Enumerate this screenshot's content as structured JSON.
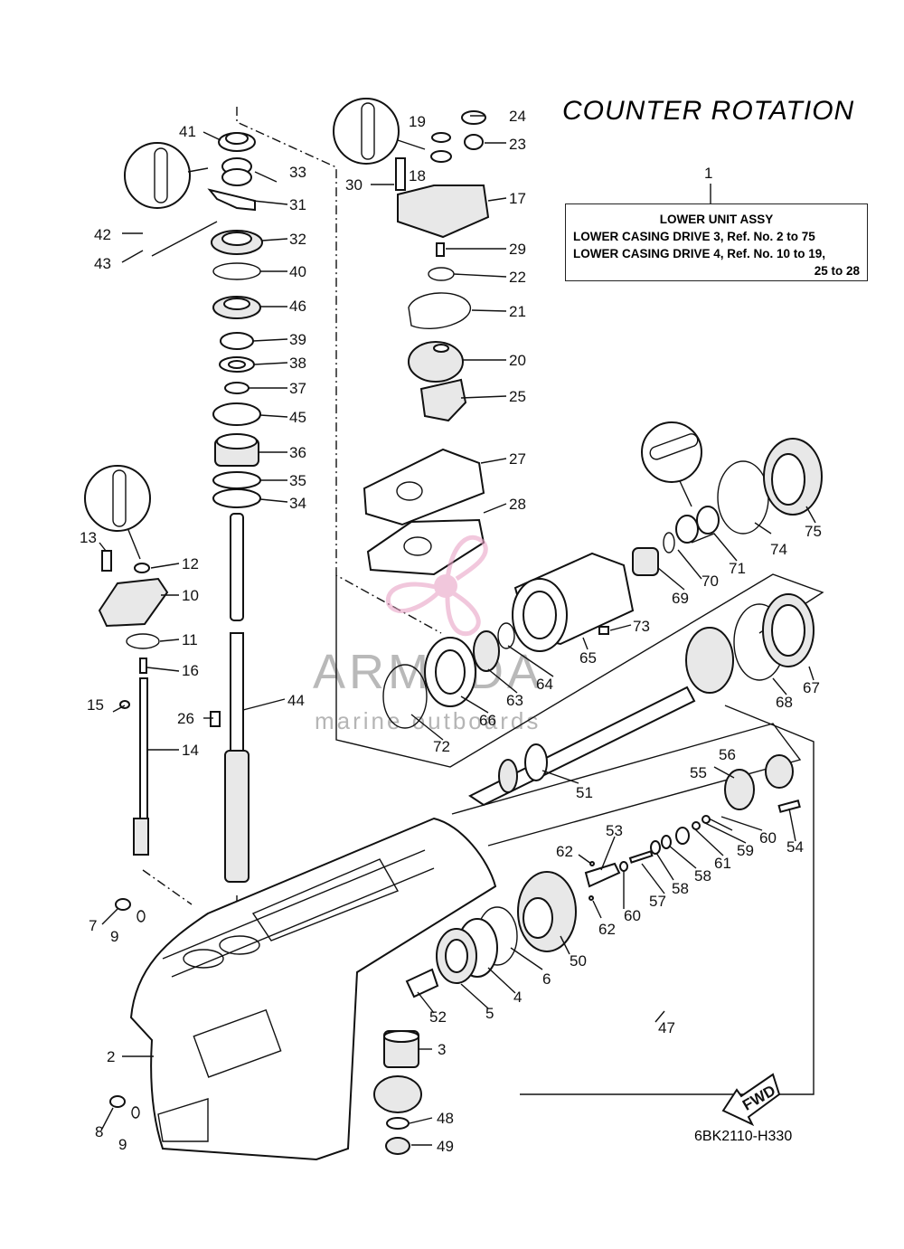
{
  "header": {
    "title": "COUNTER ROTATION",
    "assy_ref": "1",
    "assy_title": "LOWER UNIT ASSY",
    "assy_line1": "LOWER CASING DRIVE 3,  Ref. No. 2 to 75",
    "assy_line2": "LOWER CASING DRIVE 4,  Ref. No. 10 to 19,",
    "assy_line3": "25 to 28"
  },
  "watermark": {
    "brand": "ARMADA",
    "tagline": "marine outboards"
  },
  "footer": {
    "code": "6BK2110-H330",
    "fwd": "FWD"
  },
  "colors": {
    "line": "#111111",
    "watermark": "#bbbbbb",
    "logo_pink": "#e9a3c6"
  },
  "callouts": {
    "c2": "2",
    "c3": "3",
    "c4": "4",
    "c5": "5",
    "c6": "6",
    "c7": "7",
    "c8": "8",
    "c9a": "9",
    "c9b": "9",
    "c10": "10",
    "c11": "11",
    "c12": "12",
    "c13": "13",
    "c14": "14",
    "c15": "15",
    "c16": "16",
    "c17": "17",
    "c18": "18",
    "c19": "19",
    "c20": "20",
    "c21": "21",
    "c22": "22",
    "c23": "23",
    "c24": "24",
    "c25": "25",
    "c26": "26",
    "c27": "27",
    "c28": "28",
    "c29": "29",
    "c30": "30",
    "c31": "31",
    "c32": "32",
    "c33": "33",
    "c34": "34",
    "c35": "35",
    "c36": "36",
    "c37": "37",
    "c38": "38",
    "c39": "39",
    "c40": "40",
    "c41": "41",
    "c42": "42",
    "c43": "43",
    "c44": "44",
    "c45": "45",
    "c46": "46",
    "c47": "47",
    "c48": "48",
    "c49": "49",
    "c50": "50",
    "c51": "51",
    "c52": "52",
    "c53": "53",
    "c54": "54",
    "c55": "55",
    "c56": "56",
    "c57": "57",
    "c58a": "58",
    "c58b": "58",
    "c59": "59",
    "c60a": "60",
    "c60b": "60",
    "c61": "61",
    "c62a": "62",
    "c62b": "62",
    "c63": "63",
    "c64": "64",
    "c65": "65",
    "c66": "66",
    "c67": "67",
    "c68": "68",
    "c69": "69",
    "c70": "70",
    "c71": "71",
    "c72": "72",
    "c73": "73",
    "c74": "74",
    "c75": "75"
  }
}
